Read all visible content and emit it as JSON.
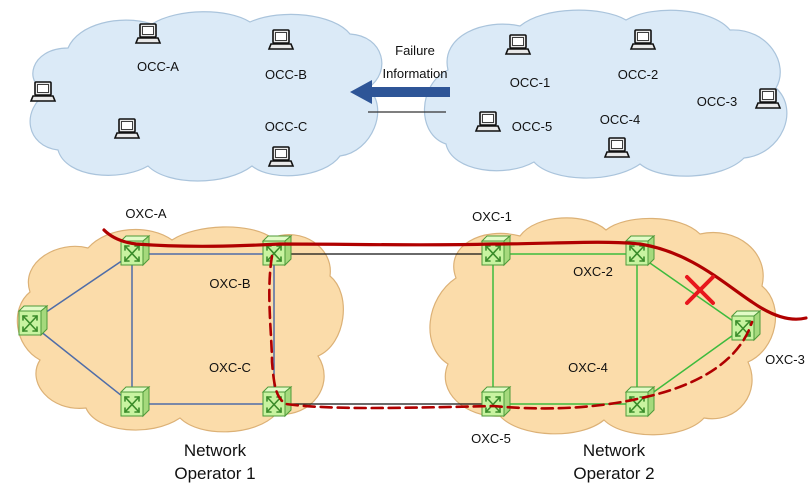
{
  "colors": {
    "control_cloud": "#dbeaf7",
    "network_cloud": "#fbdcaa",
    "operator1_links": "#4f6da8",
    "operator2_links": "#3dbb3d",
    "inter_links": "#111111",
    "primary_path": "#b00000",
    "failure_mark": "#e8171d",
    "info_arrow": "#2e5597",
    "oxc_fill": "#c8f3a0",
    "oxc_arrows": "#3a8c2a"
  },
  "control_plane_1": {
    "nodes": [
      "OCC-A",
      "OCC-B",
      "OCC-C"
    ]
  },
  "control_plane_2": {
    "nodes": [
      "OCC-1",
      "OCC-2",
      "OCC-3",
      "OCC-4",
      "OCC-5"
    ]
  },
  "failure_info": {
    "line1": "Failure",
    "line2": "Information"
  },
  "operator1": {
    "name_line1": "Network",
    "name_line2": "Operator 1",
    "labels": [
      "OXC-A",
      "OXC-B",
      "OXC-C"
    ]
  },
  "operator2": {
    "name_line1": "Network",
    "name_line2": "Operator 2",
    "labels": [
      "OXC-1",
      "OXC-2",
      "OXC-3",
      "OXC-4",
      "OXC-5"
    ]
  },
  "icons": {
    "computer": "computer-icon",
    "switch": "optical-cross-connect-icon",
    "failure": "failure-x-icon"
  }
}
